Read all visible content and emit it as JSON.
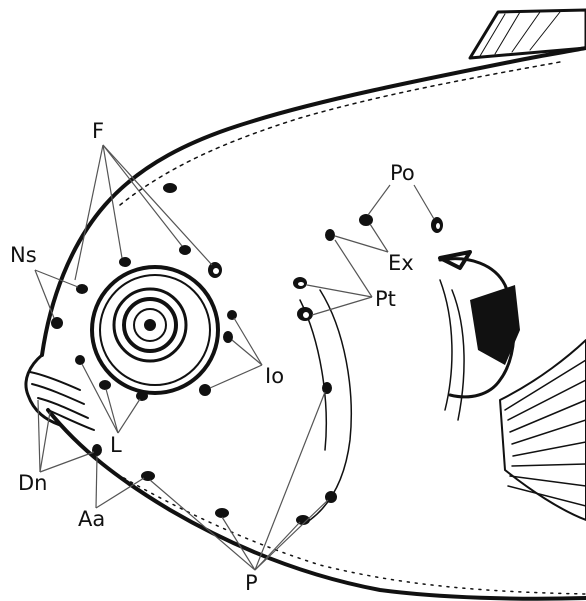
{
  "labels": {
    "F": "F",
    "Ns": "Ns",
    "Po": "Po",
    "Ex": "Ex",
    "Pt": "Pt",
    "Io": "Io",
    "L": "L",
    "Dn": "Dn",
    "Aa": "Aa",
    "P": "P"
  },
  "colors": {
    "ink": "#111111",
    "leader": "#555555",
    "background": "#ffffff"
  }
}
